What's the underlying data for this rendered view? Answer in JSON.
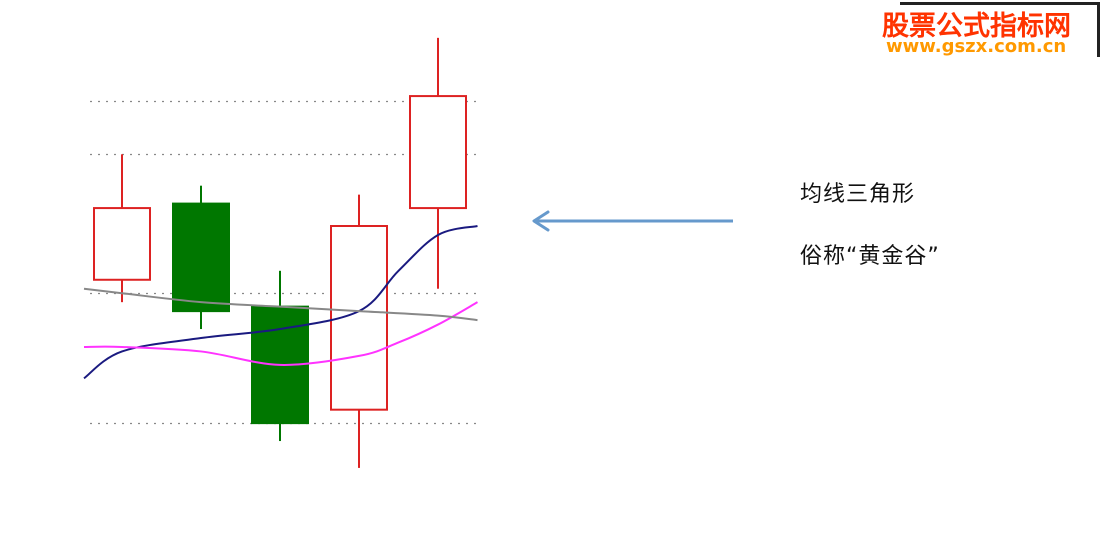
{
  "chart_data": {
    "type": "candlestick",
    "ylim": [
      0,
      100
    ],
    "grid_levels": [
      6,
      35,
      66,
      78
    ],
    "candles": [
      {
        "index": 0,
        "open": 38,
        "close": 54,
        "high": 66,
        "low": 33,
        "direction": "up"
      },
      {
        "index": 1,
        "open": 55,
        "close": 31,
        "high": 59,
        "low": 27,
        "direction": "down"
      },
      {
        "index": 2,
        "open": 32,
        "close": 6,
        "high": 40,
        "low": 2,
        "direction": "down"
      },
      {
        "index": 3,
        "open": 9,
        "close": 50,
        "high": 57,
        "low": -4,
        "direction": "up"
      },
      {
        "index": 4,
        "open": 54,
        "close": 79,
        "high": 92,
        "low": 36,
        "direction": "up"
      }
    ],
    "moving_averages": [
      {
        "color": "#1a1a80",
        "x": [
          -0.5,
          0,
          1,
          2,
          3,
          3.5,
          4,
          4.5
        ],
        "y": [
          16,
          22,
          25,
          27,
          31,
          40,
          48,
          50
        ]
      },
      {
        "color": "#ff33ff",
        "x": [
          -0.5,
          0,
          1,
          2,
          3,
          3.5,
          4,
          4.5
        ],
        "y": [
          23,
          23,
          22,
          19,
          21,
          24,
          28,
          33
        ]
      },
      {
        "color": "#888888",
        "x": [
          -0.5,
          0,
          1,
          2,
          3,
          4,
          4.5
        ],
        "y": [
          36,
          35,
          33,
          32,
          31,
          30,
          29
        ]
      }
    ],
    "annotation_arrow": {
      "color": "#6699cc"
    }
  },
  "annotations": {
    "line1": "均线三角形",
    "line2": "俗称“黄金谷”"
  },
  "watermark": {
    "title": "股票公式指标网",
    "url": "www.gszx.com.cn"
  },
  "colors": {
    "up": "#dd2222",
    "down": "#007700",
    "grid": "#888888"
  }
}
